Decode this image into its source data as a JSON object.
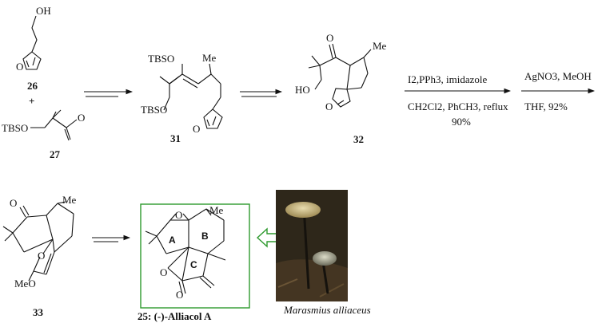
{
  "compounds": {
    "c26": {
      "number": "26",
      "oh": "OH",
      "o": "O"
    },
    "plus": "+",
    "c27": {
      "number": "27",
      "tbso": "TBSO",
      "o": "O"
    },
    "c31": {
      "number": "31",
      "tbso1": "TBSO",
      "tbso2": "TBSO",
      "me": "Me",
      "o": "O"
    },
    "c32": {
      "number": "32",
      "ho": "HO",
      "o1": "O",
      "o2": "O",
      "me": "Me"
    },
    "c33": {
      "number": "33",
      "o1": "O",
      "o2": "O",
      "me": "Me",
      "meo": "MeO"
    },
    "c25": {
      "caption": "25: (-)-Alliacol A",
      "o1": "O",
      "o2": "O",
      "o3": "O",
      "me": "Me",
      "ring_a": "A",
      "ring_b": "B",
      "ring_c": "C"
    }
  },
  "conditions": {
    "step1_top": "I2,PPh3,  imidazole",
    "step1_bottom": "CH2Cl2, PhCH3, reflux",
    "step1_yield": "90%",
    "step2_top": "AgNO3, MeOH",
    "step2_bottom": "THF, 92%"
  },
  "photo": {
    "caption": "Marasmius alliaceus",
    "highlight_color": "#2e9a2e"
  }
}
